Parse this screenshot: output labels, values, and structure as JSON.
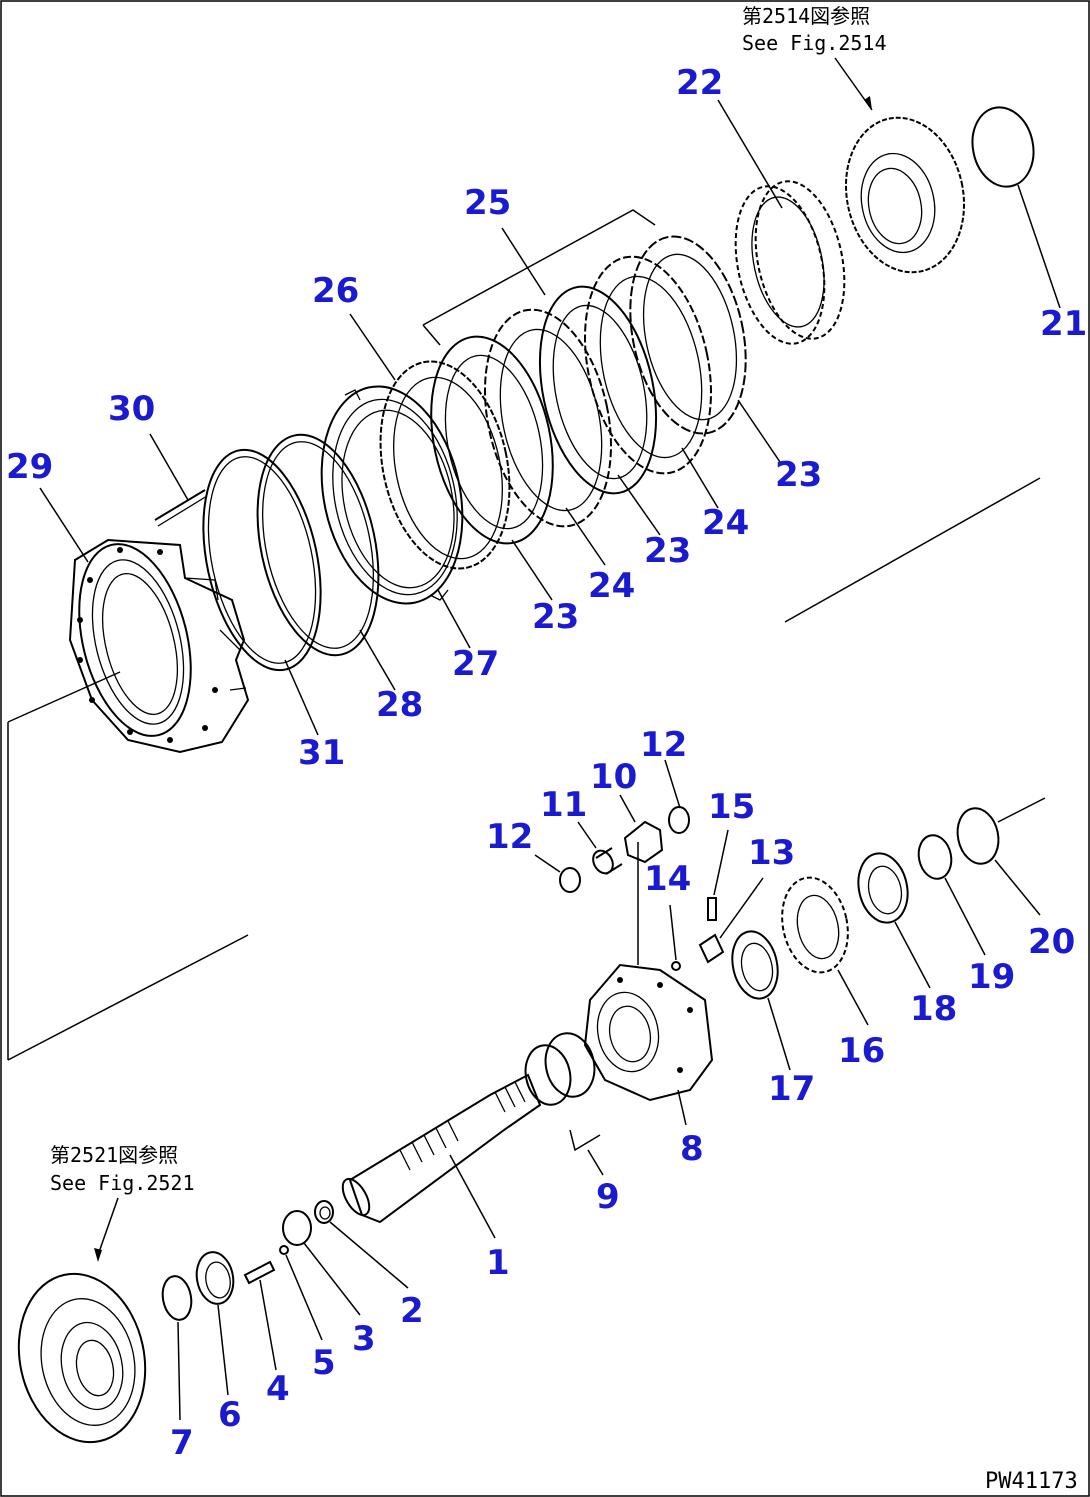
{
  "drawing_code": "PW41173",
  "references": {
    "top_jp": "第2514図参照",
    "top_en": "See Fig.2514",
    "bottom_jp": "第2521図参照",
    "bottom_en": "See Fig.2521"
  },
  "callouts": [
    {
      "id": "p1",
      "label": "1"
    },
    {
      "id": "p2",
      "label": "2"
    },
    {
      "id": "p3",
      "label": "3"
    },
    {
      "id": "p4",
      "label": "4"
    },
    {
      "id": "p5",
      "label": "5"
    },
    {
      "id": "p6",
      "label": "6"
    },
    {
      "id": "p7",
      "label": "7"
    },
    {
      "id": "p8",
      "label": "8"
    },
    {
      "id": "p9",
      "label": "9"
    },
    {
      "id": "p10",
      "label": "10"
    },
    {
      "id": "p11",
      "label": "11"
    },
    {
      "id": "p12a",
      "label": "12"
    },
    {
      "id": "p12b",
      "label": "12"
    },
    {
      "id": "p13",
      "label": "13"
    },
    {
      "id": "p14",
      "label": "14"
    },
    {
      "id": "p15",
      "label": "15"
    },
    {
      "id": "p16",
      "label": "16"
    },
    {
      "id": "p17",
      "label": "17"
    },
    {
      "id": "p18",
      "label": "18"
    },
    {
      "id": "p19",
      "label": "19"
    },
    {
      "id": "p20",
      "label": "20"
    },
    {
      "id": "p21",
      "label": "21"
    },
    {
      "id": "p22",
      "label": "22"
    },
    {
      "id": "p23a",
      "label": "23"
    },
    {
      "id": "p23b",
      "label": "23"
    },
    {
      "id": "p23c",
      "label": "23"
    },
    {
      "id": "p24a",
      "label": "24"
    },
    {
      "id": "p24b",
      "label": "24"
    },
    {
      "id": "p25",
      "label": "25"
    },
    {
      "id": "p26",
      "label": "26"
    },
    {
      "id": "p27",
      "label": "27"
    },
    {
      "id": "p28",
      "label": "28"
    },
    {
      "id": "p29",
      "label": "29"
    },
    {
      "id": "p30",
      "label": "30"
    },
    {
      "id": "p31",
      "label": "31"
    }
  ],
  "colors": {
    "callout": "#1a1ad0",
    "line": "#000000",
    "background": "#ffffff"
  }
}
